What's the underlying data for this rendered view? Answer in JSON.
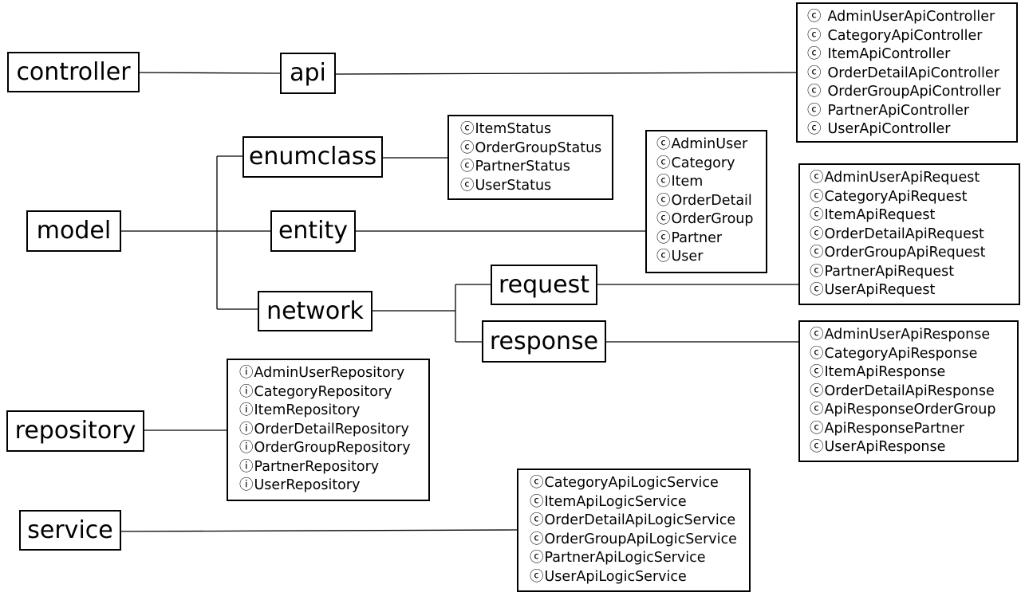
{
  "packages": {
    "controller": "controller",
    "api": "api",
    "model": "model",
    "enumclass": "enumclass",
    "entity": "entity",
    "network": "network",
    "request": "request",
    "response": "response",
    "repository": "repository",
    "service": "service"
  },
  "markers": {
    "class": "ⓒ",
    "interface": "ⓘ"
  },
  "lists": {
    "api_classes": [
      "AdminUserApiController",
      "CategoryApiController",
      "ItemApiController",
      "OrderDetailApiController",
      "OrderGroupApiController",
      "PartnerApiController",
      "UserApiController"
    ],
    "enumclass_classes": [
      "ItemStatus",
      "OrderGroupStatus",
      "PartnerStatus",
      "UserStatus"
    ],
    "entity_classes": [
      "AdminUser",
      "Category",
      "Item",
      "OrderDetail",
      "OrderGroup",
      "Partner",
      "User"
    ],
    "request_classes": [
      "AdminUserApiRequest",
      "CategoryApiRequest",
      "ItemApiRequest",
      "OrderDetailApiRequest",
      "OrderGroupApiRequest",
      "PartnerApiRequest",
      "UserApiRequest"
    ],
    "response_classes": [
      "AdminUserApiResponse",
      "CategoryApiResponse",
      "ItemApiResponse",
      "OrderDetailApiResponse",
      "ApiResponseOrderGroup",
      "ApiResponsePartner",
      "UserApiResponse"
    ],
    "repository_interfaces": [
      "AdminUserRepository",
      "CategoryRepository",
      "ItemRepository",
      "OrderDetailRepository",
      "OrderGroupRepository",
      "PartnerRepository",
      "UserRepository"
    ],
    "service_classes": [
      "CategoryApiLogicService",
      "ItemApiLogicService",
      "OrderDetailApiLogicService",
      "OrderGroupApiLogicService",
      "PartnerApiLogicService",
      "UserApiLogicService"
    ]
  },
  "colors": {
    "line": "#000000",
    "border": "#000000",
    "background": "#ffffff"
  }
}
